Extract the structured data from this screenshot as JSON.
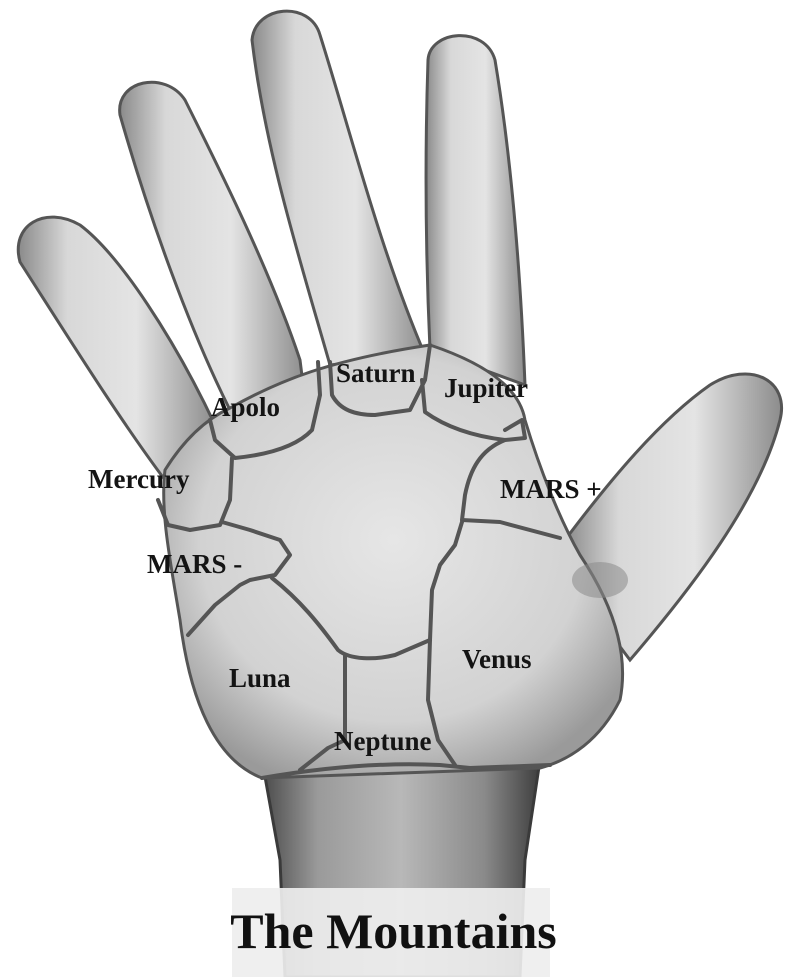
{
  "title": "The Mountains",
  "regions": {
    "saturn": "Saturn",
    "jupiter": "Jupiter",
    "apolo": "Apolo",
    "mercury": "Mercury",
    "mars_plus": "MARS +",
    "mars_minus": "MARS -",
    "venus": "Venus",
    "luna": "Luna",
    "neptune": "Neptune"
  },
  "colors": {
    "region_border": "#555555",
    "skin_light": "#ececec",
    "skin_shadow": "#7a7a7a"
  }
}
